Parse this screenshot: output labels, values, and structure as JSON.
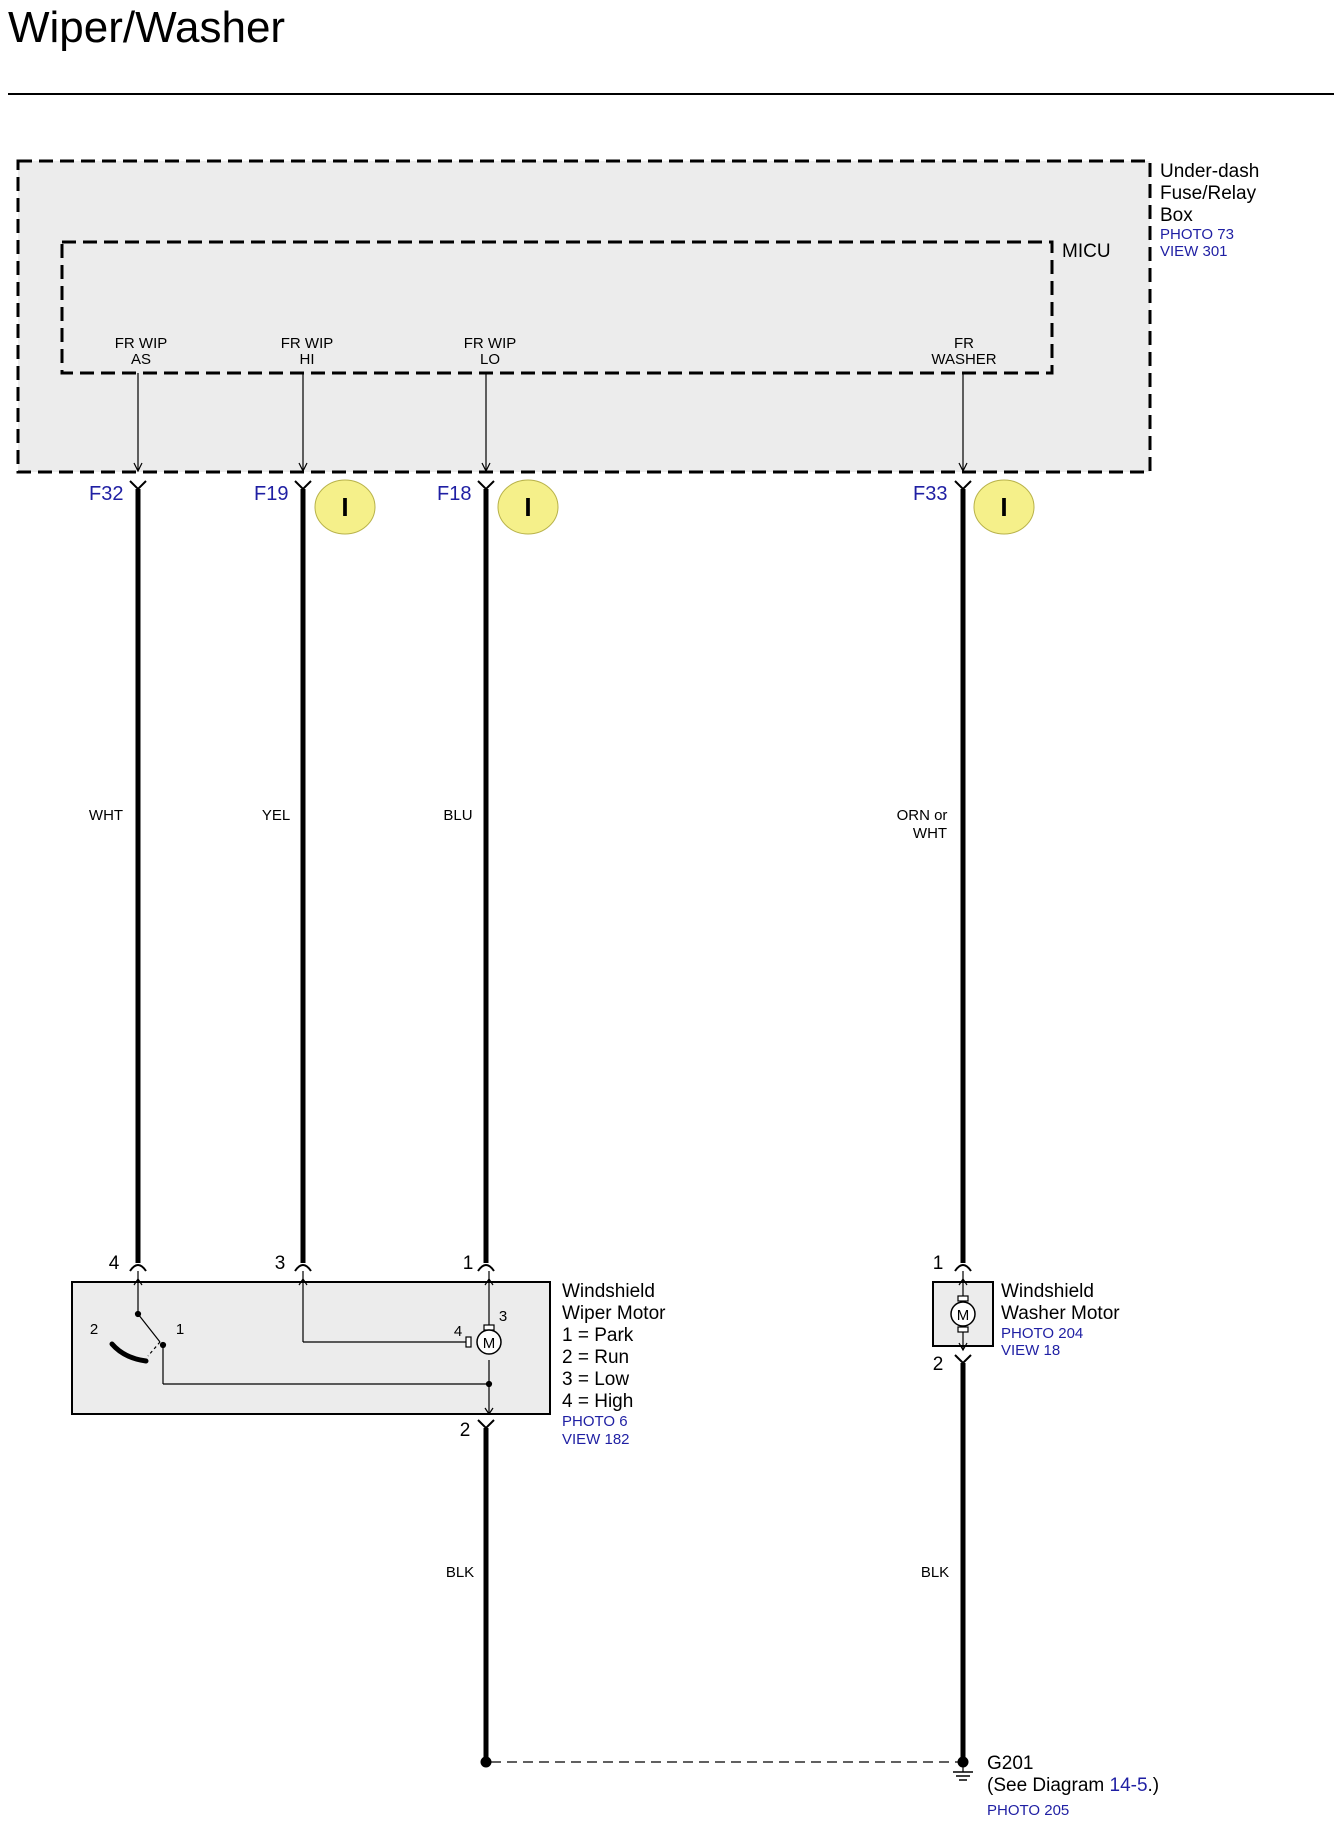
{
  "title": "Wiper/Washer",
  "fuse_box": {
    "name_lines": [
      "Under-dash",
      "Fuse/Relay",
      "Box"
    ],
    "photo": "PHOTO 73",
    "view": "VIEW 301"
  },
  "micu": {
    "label": "MICU",
    "terminals": [
      {
        "line1": "FR WIP",
        "line2": "AS"
      },
      {
        "line1": "FR WIP",
        "line2": "HI"
      },
      {
        "line1": "FR WIP",
        "line2": "LO"
      },
      {
        "line1": "FR",
        "line2": "WASHER"
      }
    ]
  },
  "connectors": [
    "F32",
    "F19",
    "F18",
    "F33"
  ],
  "indicator_marker": "I",
  "wires": [
    {
      "color_lines": [
        "WHT"
      ]
    },
    {
      "color_lines": [
        "YEL"
      ]
    },
    {
      "color_lines": [
        "BLU"
      ]
    },
    {
      "color_lines": [
        "ORN or",
        "WHT"
      ]
    }
  ],
  "wiper_motor": {
    "pins": [
      "4",
      "3",
      "1",
      "2"
    ],
    "inner_switch_pins": [
      "2",
      "1"
    ],
    "inner_motor_pins": [
      "4",
      "3"
    ],
    "motor_symbol": "M",
    "lines": [
      "Windshield",
      "Wiper Motor",
      "1 = Park",
      "2 = Run",
      "3 = Low",
      "4 = High"
    ],
    "photo": "PHOTO 6",
    "view": "VIEW 182"
  },
  "washer_motor": {
    "pins": [
      "1",
      "2"
    ],
    "motor_symbol": "M",
    "lines": [
      "Windshield",
      "Washer Motor"
    ],
    "photo": "PHOTO 204",
    "view": "VIEW 18"
  },
  "ground_wires": [
    "BLK",
    "BLK"
  ],
  "ground": {
    "name": "G201",
    "see_prefix": "(See Diagram ",
    "see_link": "14-5",
    "see_suffix": ".)",
    "photo": "PHOTO 205"
  },
  "colors": {
    "box_fill": "#ececec",
    "indicator_fill": "#f5f08a",
    "link_text": "#1f1fa3"
  }
}
